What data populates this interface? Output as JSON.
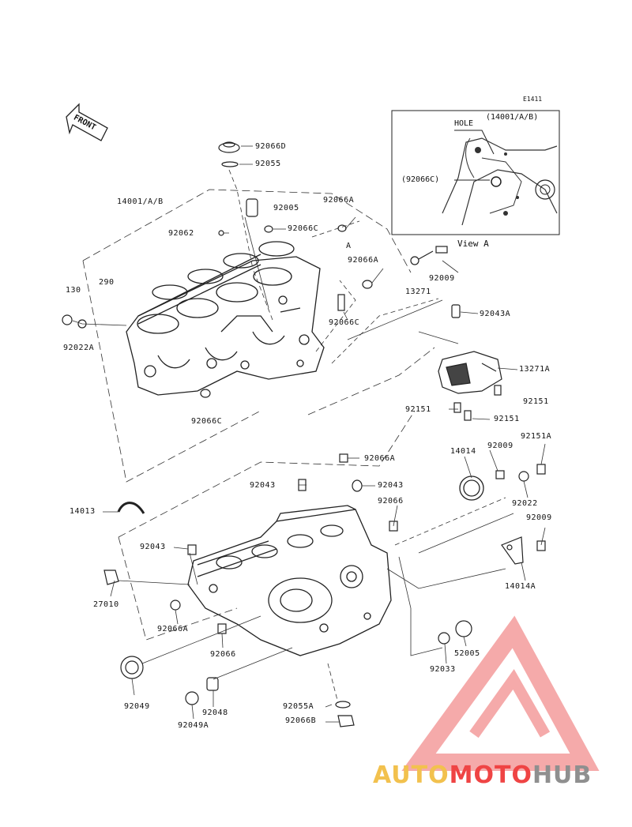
{
  "diagram_code": "E1411",
  "front_label": "FRONT",
  "inset": {
    "hole_label": "HOLE",
    "part_ref": "(14001/A/B)",
    "oring_ref": "(92066C)",
    "view_label": "View A"
  },
  "view_marker": "A",
  "parts": {
    "p92066D": "92066D",
    "p92055": "92055",
    "p14001AB": "14001/A/B",
    "p92005": "92005",
    "p92066A_top": "92066A",
    "p92062": "92062",
    "p92066C_top": "92066C",
    "p92066A_mid": "92066A",
    "p92009_top": "92009",
    "p130": "130",
    "p290": "290",
    "p13271": "13271",
    "p92043A": "92043A",
    "p92022A": "92022A",
    "p92066C_mid": "92066C",
    "p13271A": "13271A",
    "p92151_r": "92151",
    "p92151_l": "92151",
    "p92151_b": "92151",
    "p92066C_low": "92066C",
    "p92151A": "92151A",
    "p14014": "14014",
    "p92009_mid": "92009",
    "p92066A_low": "92066A",
    "p92043_a": "92043",
    "p92043_b": "92043",
    "p92022": "92022",
    "p92066_a": "92066",
    "p14013": "14013",
    "p92009_low": "92009",
    "p92043_c": "92043",
    "p14014A": "14014A",
    "p27010": "27010",
    "p92066A_bot": "92066A",
    "p92066_b": "92066",
    "p52005": "52005",
    "p92033": "92033",
    "p92049": "92049",
    "p92048": "92048",
    "p92049A": "92049A",
    "p92055A": "92055A",
    "p92066B": "92066B"
  },
  "watermark": {
    "part1": "AUTO",
    "part2": "MOTO",
    "part3": "HUB",
    "colors": {
      "auto": "#f2c14e",
      "moto": "#ef4444",
      "hub": "#8f8f8f",
      "triangle": "#f07e7e"
    }
  }
}
